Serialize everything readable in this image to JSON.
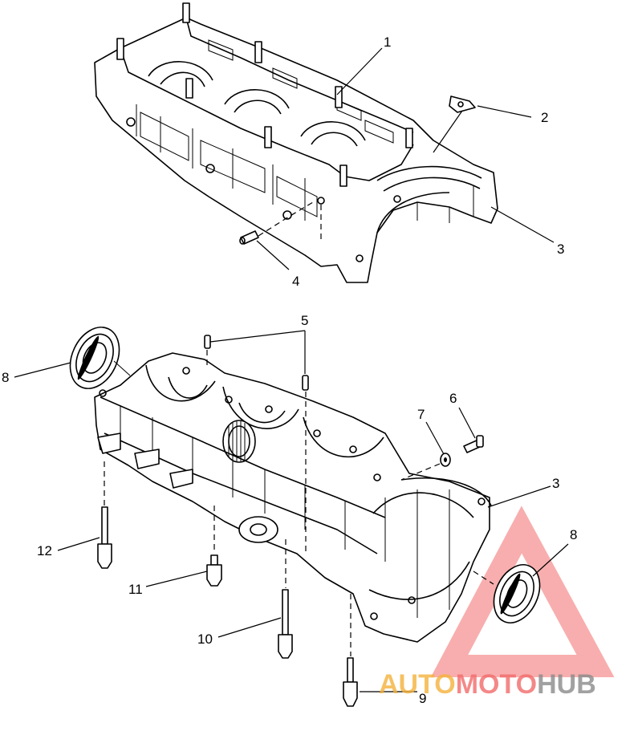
{
  "callouts": {
    "c1": "1",
    "c2": "2",
    "c3_top": "3",
    "c4": "4",
    "c5": "5",
    "c6": "6",
    "c7": "7",
    "c3_bottom": "3",
    "c8_left": "8",
    "c8_right": "8",
    "c9": "9",
    "c10": "10",
    "c11": "11",
    "c12": "12"
  },
  "watermark": {
    "part1": "AUTO",
    "part2": "MOTO",
    "part3": "HUB",
    "color_red": "#f26b6b",
    "color_amber": "#f5b23c",
    "color_gray": "#8a8a8a"
  }
}
